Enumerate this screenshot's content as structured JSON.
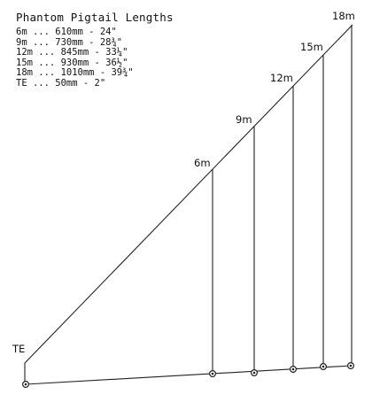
{
  "title": "Phantom Pigtail Lengths",
  "lengths": [
    {
      "band": "6m",
      "text": "6m ... 610mm - 24\""
    },
    {
      "band": "9m",
      "text": "9m ... 730mm - 28¾\""
    },
    {
      "band": "12m",
      "text": "12m ... 845mm - 33¼\""
    },
    {
      "band": "15m",
      "text": "15m ... 930mm - 36½\""
    },
    {
      "band": "18m",
      "text": "18m ... 1010mm - 39¾\""
    },
    {
      "band": "TE",
      "text": "TE ... 50mm - 2\""
    }
  ],
  "diagram": {
    "end_label": "TE",
    "pigtails": [
      {
        "label": "6m"
      },
      {
        "label": "9m"
      },
      {
        "label": "12m"
      },
      {
        "label": "15m"
      },
      {
        "label": "18m"
      }
    ]
  }
}
